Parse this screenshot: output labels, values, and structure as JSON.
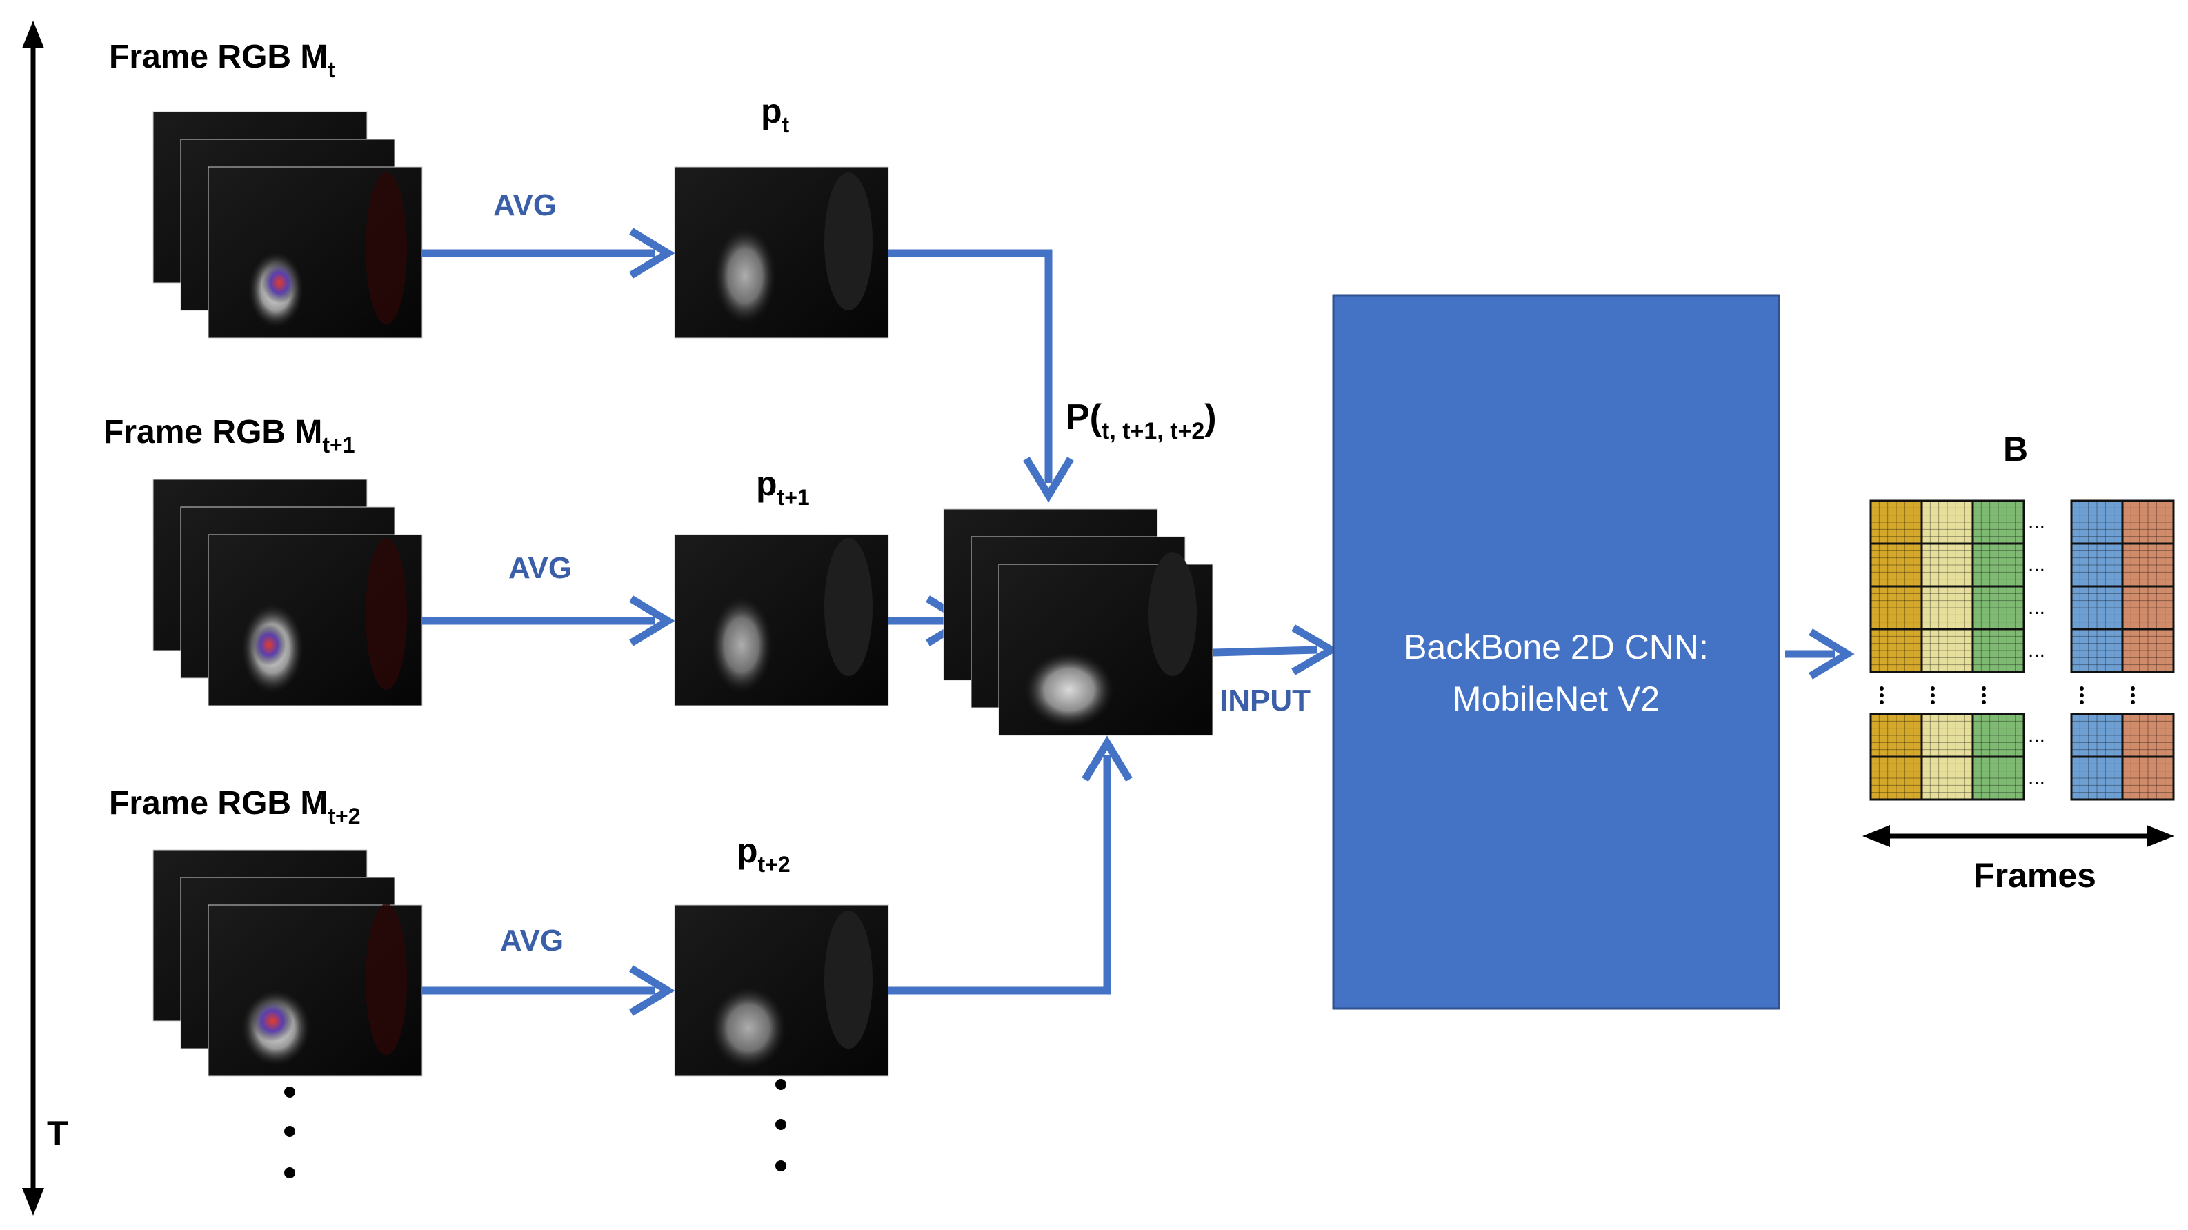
{
  "time_axis": {
    "label": "T"
  },
  "rows": [
    {
      "frame_label": "Frame RGB M",
      "frame_sub": "t",
      "avg_label": "AVG",
      "p_label": "p",
      "p_sub": "t"
    },
    {
      "frame_label": "Frame RGB M",
      "frame_sub": "t+1",
      "avg_label": "AVG",
      "p_label": "p",
      "p_sub": "t+1"
    },
    {
      "frame_label": "Frame RGB M",
      "frame_sub": "t+2",
      "avg_label": "AVG",
      "p_label": "p",
      "p_sub": "t+2"
    }
  ],
  "stack": {
    "label": "P(",
    "sub": "t, t+1, t+2",
    "close": ")",
    "input_label": "INPUT"
  },
  "backbone": {
    "line1": "BackBone 2D CNN:",
    "line2": "MobileNet V2"
  },
  "output": {
    "label": "B",
    "axis_label": "Frames",
    "ellipsis": "..."
  },
  "colors": {
    "arrow": "#4472c4",
    "backbone_fill": "#4472c4",
    "label_blue": "#3a5fa8",
    "feature_yellow": "#d4a82a",
    "feature_cream": "#e6df9c",
    "feature_green": "#7fba73",
    "feature_blue": "#6e9fd3",
    "feature_orange": "#d08b6a"
  }
}
